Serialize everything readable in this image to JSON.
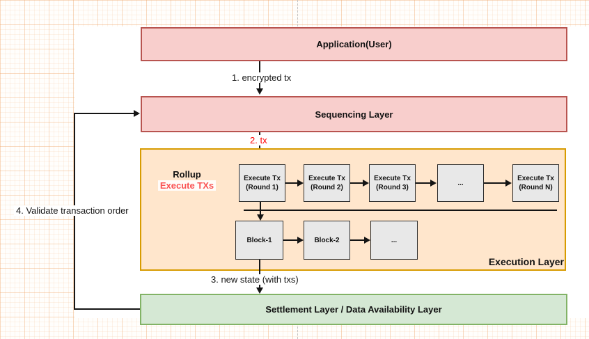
{
  "nodes": {
    "application": {
      "label": "Application(User)"
    },
    "sequencing": {
      "label": "Sequencing Layer"
    },
    "execution": {
      "label": "Execution Layer",
      "rollup_label": "Rollup",
      "execute_txs_label": "Execute TXs"
    },
    "settlement": {
      "label": "Settlement Layer / Data Availability Layer"
    }
  },
  "execute_rounds": [
    {
      "line1": "Execute Tx",
      "line2": "(Round 1)"
    },
    {
      "line1": "Execute Tx",
      "line2": "(Round 2)"
    },
    {
      "line1": "Execute Tx",
      "line2": "(Round 3)"
    },
    {
      "line1": "...",
      "line2": ""
    },
    {
      "line1": "Execute Tx",
      "line2": "(Round N)"
    }
  ],
  "blocks": [
    {
      "label": "Block-1"
    },
    {
      "label": "Block-2"
    },
    {
      "label": "..."
    }
  ],
  "edges": {
    "step1": "1. encrypted tx",
    "step2": "2. tx",
    "step3": "3. new state (with txs)",
    "step4": "4. Validate transaction order"
  },
  "colors": {
    "pink_fill": "#f8cecc",
    "pink_border": "#b85450",
    "orange_fill": "#ffe6cc",
    "orange_border": "#d79b00",
    "green_fill": "#d5e8d4",
    "green_border": "#82b366",
    "gray_fill": "#e8e8e8",
    "gray_border": "#2d2d2d",
    "step2_red": "#ff0000",
    "execute_txs_red": "#fa5252",
    "arrow": "#141414"
  }
}
